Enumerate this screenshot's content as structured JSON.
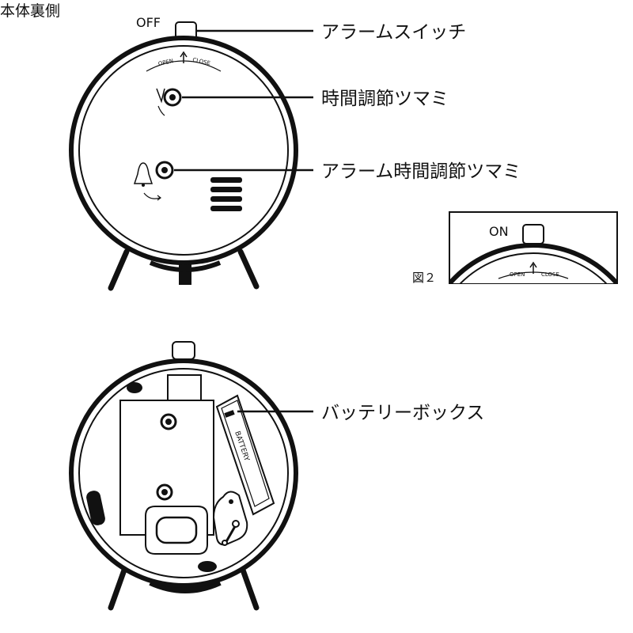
{
  "heading": "本体裏側",
  "top_view": {
    "switch_off_label": "OFF",
    "dial_open": "OPEN",
    "dial_close": "CLOSE",
    "callouts": {
      "alarm_switch": "アラームスイッチ",
      "time_knob": "時間調節ツマミ",
      "alarm_knob": "アラーム時間調節ツマミ"
    }
  },
  "figure2": {
    "caption": "図２",
    "switch_on_label": "ON",
    "dial_open": "OPEN",
    "dial_close": "CLOSE"
  },
  "bottom_view": {
    "battery_text": "BATTERY",
    "callouts": {
      "battery_box": "バッテリーボックス"
    }
  }
}
